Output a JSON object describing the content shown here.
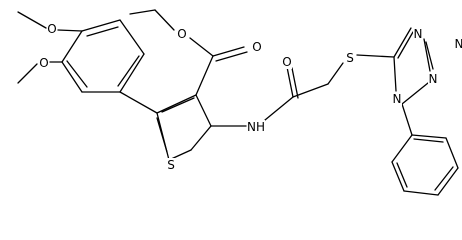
{
  "molecule": {
    "atoms": [
      {
        "id": "O1",
        "label": "O"
      },
      {
        "id": "O2",
        "label": "O"
      },
      {
        "id": "O3",
        "label": "O"
      },
      {
        "id": "O4",
        "label": "O"
      },
      {
        "id": "O5",
        "label": "O"
      },
      {
        "id": "S1",
        "label": "S"
      },
      {
        "id": "N1",
        "label": "NH"
      },
      {
        "id": "S2",
        "label": "S"
      },
      {
        "id": "N2",
        "label": "N"
      },
      {
        "id": "N3",
        "label": "N"
      },
      {
        "id": "N4",
        "label": "N"
      },
      {
        "id": "N5",
        "label": "N"
      }
    ]
  }
}
